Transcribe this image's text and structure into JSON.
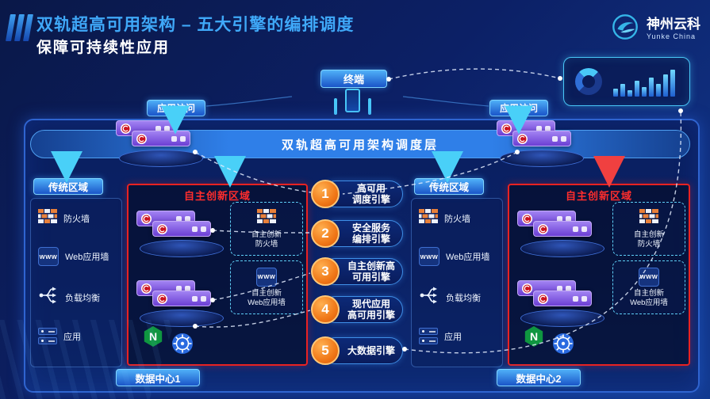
{
  "header": {
    "title": "双轨超高可用架构 – 五大引擎的编排调度",
    "subtitle": "保障可持续性应用",
    "logo_name": "神州云科",
    "logo_sub": "Yunke China"
  },
  "top": {
    "terminal_label": "终端",
    "access_left": "应用访问",
    "access_right": "应用访问"
  },
  "scheduler": {
    "label": "双轨超高可用架构调度层"
  },
  "engines": [
    {
      "num": "1",
      "label": "高可用\n调度引擎"
    },
    {
      "num": "2",
      "label": "安全服务\n编排引擎"
    },
    {
      "num": "3",
      "label": "自主创新高\n可用引擎"
    },
    {
      "num": "4",
      "label": "现代应用\n高可用引擎"
    },
    {
      "num": "5",
      "label": "大数据引擎"
    }
  ],
  "dc1": {
    "traditional_label": "传统区域",
    "items": [
      "防火墙",
      "Web应用墙",
      "负载均衡",
      "应用"
    ],
    "innovation_label": "自主创新区域",
    "innovation_firewall": "自主创新\n防火墙",
    "innovation_waf": "自主创新\nWeb应用墙",
    "footer": "数据中心1"
  },
  "dc2": {
    "traditional_label": "传统区域",
    "items": [
      "防火墙",
      "Web应用墙",
      "负载均衡",
      "应用"
    ],
    "innovation_label": "自主创新区域",
    "innovation_firewall": "自主创新\n防火墙",
    "innovation_waf": "自主创新\nWeb应用墙",
    "footer": "数据中心2"
  },
  "icons": {
    "www_text": "WWW",
    "nginx_text": "N",
    "firewall": "brick-wall-icon",
    "waf": "www-icon",
    "load_balancer": "branch-arrows-icon",
    "app": "server-stack-icon",
    "nginx": "nginx-hexagon-icon",
    "kubernetes": "kubernetes-wheel-icon",
    "vendor": "red-swirl-logo-icon",
    "dashboard_donut": "donut-chart-icon",
    "dashboard_bars": "bar-chart-icon",
    "devices": [
      "laptop-icon",
      "phone-icon",
      "laptop-icon"
    ]
  },
  "colors": {
    "accent_cyan": "#49c8f8",
    "brand_blue": "#2f7fe8",
    "alert_red": "#e82222",
    "engine_orange": "#f08020",
    "appliance_purple": "#7a4fe0",
    "nginx_green": "#0f9640",
    "k8s_blue": "#2a6ae0"
  }
}
